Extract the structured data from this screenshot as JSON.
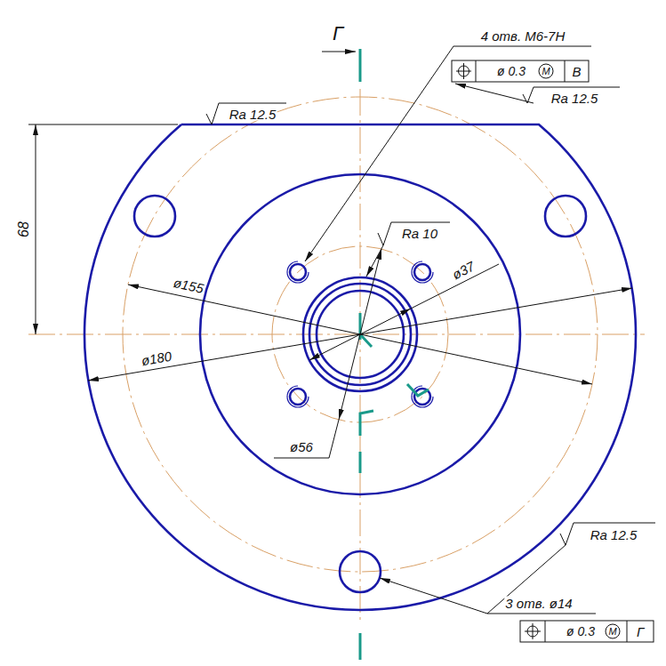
{
  "diagram": {
    "labels": [
      "Г",
      "4 отв. M6-7H",
      "ø 0.3",
      "M",
      "В",
      "Ra 12.5",
      "Ra 12.5",
      "68",
      "Ra 10",
      "ø155",
      "ø37",
      "ø180",
      "ø56",
      "Ra 12.5",
      "3 отв. ø14",
      "ø 0.3",
      "M",
      "Г"
    ]
  }
}
